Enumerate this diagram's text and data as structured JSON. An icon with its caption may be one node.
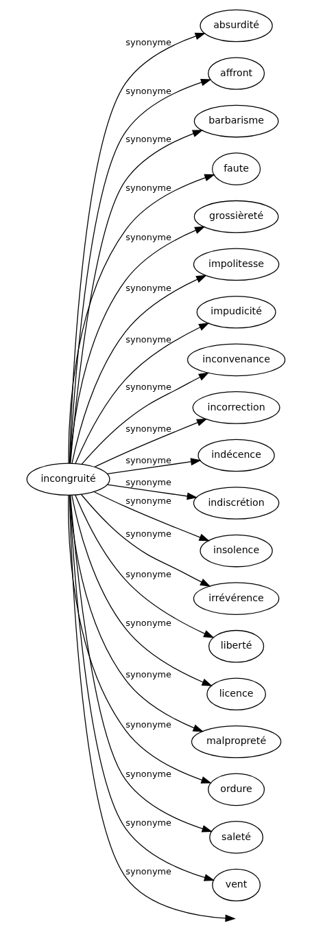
{
  "diagram": {
    "nodes": [
      {
        "text": [
          "incongruité"
        ]
      },
      {
        "text": [
          "absurdité"
        ]
      },
      {
        "text": [
          "affront"
        ]
      },
      {
        "text": [
          "barbarisme"
        ]
      },
      {
        "text": [
          "faute"
        ]
      },
      {
        "text": [
          "grossièreté"
        ]
      },
      {
        "text": [
          "impolitesse"
        ]
      },
      {
        "text": [
          "impudicité"
        ]
      },
      {
        "text": [
          "inconvenance"
        ]
      },
      {
        "text": [
          "incorrection"
        ]
      },
      {
        "text": [
          "indécence"
        ]
      },
      {
        "text": [
          "indiscrétion"
        ]
      },
      {
        "text": [
          "insolence"
        ]
      },
      {
        "text": [
          "irrévérence"
        ]
      },
      {
        "text": [
          "liberté"
        ]
      },
      {
        "text": [
          "licence"
        ]
      },
      {
        "text": [
          "malpropreté"
        ]
      },
      {
        "text": [
          "ordure"
        ]
      },
      {
        "text": [
          "saleté"
        ]
      },
      {
        "text": [
          "vent"
        ]
      }
    ],
    "edges": [
      {
        "from": 0,
        "to": 1,
        "arrow": "to",
        "label": "synonyme"
      },
      {
        "from": 0,
        "to": 2,
        "arrow": "to",
        "label": "synonyme"
      },
      {
        "from": 0,
        "to": 3,
        "arrow": "to",
        "label": "synonyme"
      },
      {
        "from": 0,
        "to": 4,
        "arrow": "to",
        "label": "synonyme"
      },
      {
        "from": 0,
        "to": 5,
        "arrow": "to",
        "label": "synonyme"
      },
      {
        "from": 0,
        "to": 6,
        "arrow": "to",
        "label": "synonyme"
      },
      {
        "from": 0,
        "to": 7,
        "arrow": "to",
        "label": "synonyme"
      },
      {
        "from": 0,
        "to": 8,
        "arrow": "to",
        "label": "synonyme"
      },
      {
        "from": 0,
        "to": 9,
        "arrow": "to",
        "label": "synonyme"
      },
      {
        "from": 0,
        "to": 10,
        "arrow": "to",
        "label": "synonyme"
      },
      {
        "from": 0,
        "to": 11,
        "arrow": "to",
        "label": "synonyme"
      },
      {
        "from": 0,
        "to": 12,
        "arrow": "to",
        "label": "synonyme"
      },
      {
        "from": 0,
        "to": 13,
        "arrow": "to",
        "label": "synonyme"
      },
      {
        "from": 0,
        "to": 14,
        "arrow": "to",
        "label": "synonyme"
      },
      {
        "from": 0,
        "to": 15,
        "arrow": "to",
        "label": "synonyme"
      },
      {
        "from": 0,
        "to": 16,
        "arrow": "to",
        "label": "synonyme"
      },
      {
        "from": 0,
        "to": 17,
        "arrow": "to",
        "label": "synonyme"
      },
      {
        "from": 0,
        "to": 18,
        "arrow": "to",
        "label": "synonyme"
      },
      {
        "from": 0,
        "to": 19,
        "arrow": "to",
        "label": "synonyme"
      },
      {
        "from": 0,
        "to": null,
        "arrow": "to",
        "label": "synonyme"
      }
    ]
  }
}
